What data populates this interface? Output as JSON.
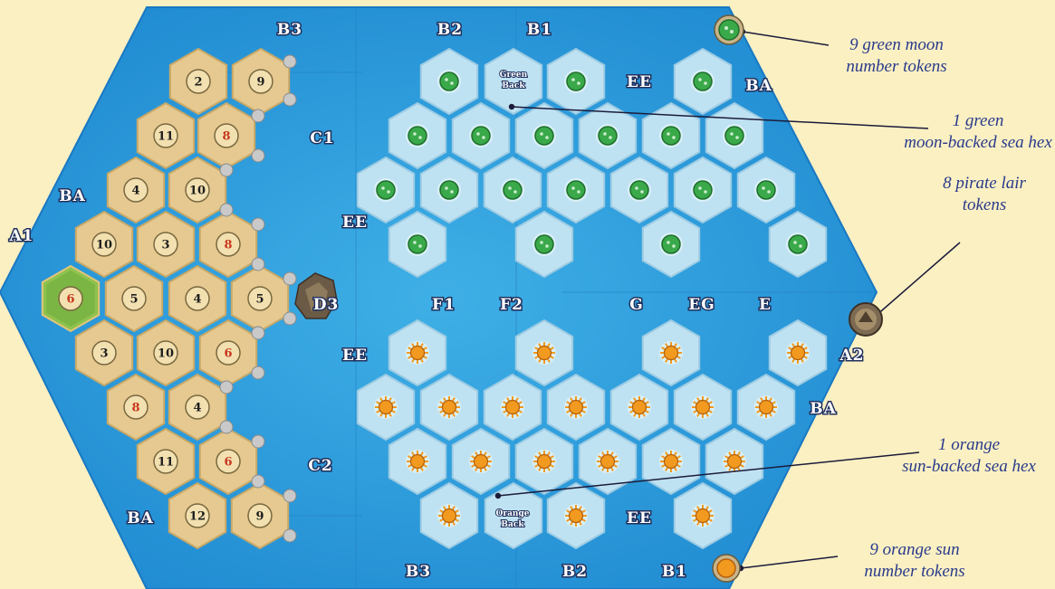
{
  "board": {
    "colors": {
      "page": "#faf0c2",
      "ocean": "#2a9fdb",
      "ocean_dark": "#1a78c2",
      "land": "#e5c990",
      "sea_hex": "#bfe2f2",
      "green_token": "#3aa94a",
      "orange_token": "#f19a1f",
      "number_token": "#f2e0b0",
      "red_number": "#c8371d",
      "caption": "#2a3a8c"
    },
    "land_numbers": [
      "2",
      "9",
      "11",
      "8",
      "4",
      "10",
      "10",
      "3",
      "8",
      "6",
      "5",
      "4",
      "5",
      "3",
      "10",
      "6",
      "8",
      "4",
      "11",
      "6",
      "12",
      "9"
    ],
    "frame_labels": {
      "b3_top": "B3",
      "b2_top": "B2",
      "b1_top": "B1",
      "ba_top_right": "BA",
      "ee_top": "EE",
      "c1": "C1",
      "ba_left": "BA",
      "a1": "A1",
      "ee_mid": "EE",
      "d3": "D3",
      "f1": "F1",
      "f2": "F2",
      "g": "G",
      "eg": "EG",
      "e": "E",
      "a2": "A2",
      "ee_low": "EE",
      "ba_right": "BA",
      "c2": "C2",
      "ba_bottom_left": "BA",
      "ee_bottom": "EE",
      "b3_bottom": "B3",
      "b2_bottom": "B2",
      "b1_bottom": "B1"
    },
    "green_back": {
      "line1": "Green",
      "line2": "Back"
    },
    "orange_back": {
      "line1": "Orange",
      "line2": "Back"
    }
  },
  "captions": {
    "green_tokens": {
      "line1": "9 green moon",
      "line2": "number tokens"
    },
    "green_hex": {
      "line1": "1 green",
      "line2": "moon-backed sea hex"
    },
    "pirate": {
      "line1": "8 pirate lair",
      "line2": "tokens"
    },
    "orange_hex": {
      "line1": "1 orange",
      "line2": "sun-backed sea hex"
    },
    "orange_tokens": {
      "line1": "9 orange sun",
      "line2": "number tokens"
    }
  }
}
